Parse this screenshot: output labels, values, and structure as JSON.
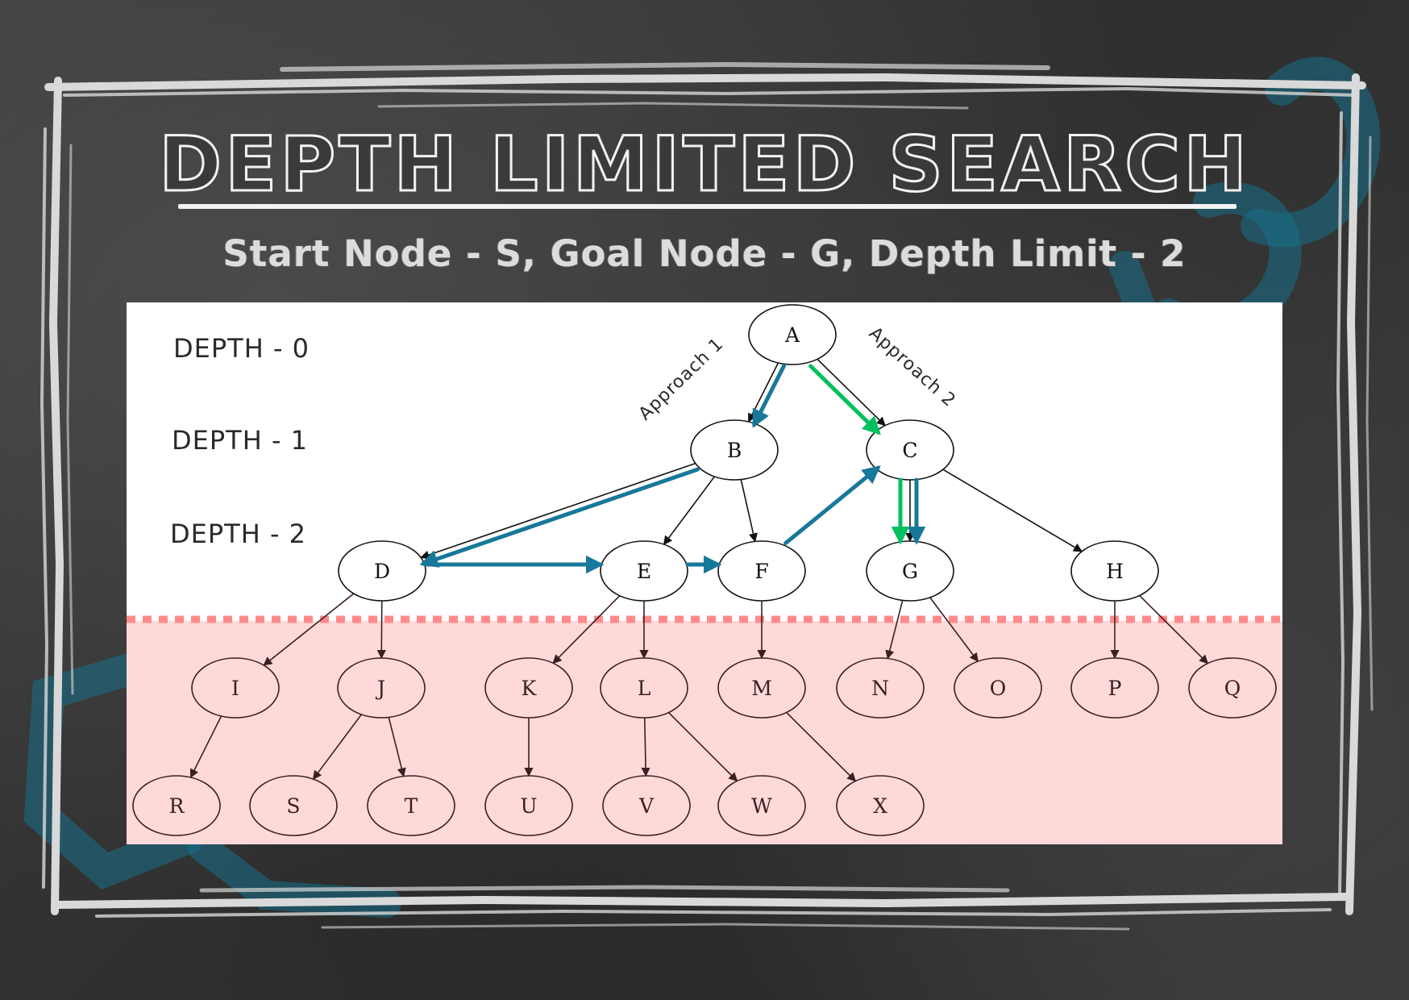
{
  "title": "DEPTH LIMITED SEARCH",
  "subtitle": "Start Node - S, Goal Node - G, Depth Limit - 2",
  "colors": {
    "board": "#3a3a3a",
    "chalk": "#d9d9d9",
    "panel_top": "#ffffff",
    "panel_bottom": "#ffd9d9",
    "cutoff_line": "#ff8a8a",
    "approach1_arrow": "#17789a",
    "approach2_arrow": "#00c060",
    "watermark": "#17708a"
  },
  "depth_labels": [
    "DEPTH - 0",
    "DEPTH - 1",
    "DEPTH - 2"
  ],
  "approach_labels": [
    "Approach 1",
    "Approach 2"
  ],
  "nodes": {
    "A": "A",
    "B": "B",
    "C": "C",
    "D": "D",
    "E": "E",
    "F": "F",
    "G": "G",
    "H": "H",
    "I": "I",
    "J": "J",
    "K": "K",
    "L": "L",
    "M": "M",
    "N": "N",
    "O": "O",
    "P": "P",
    "Q": "Q",
    "R": "R",
    "S": "S",
    "T": "T",
    "U": "U",
    "V": "V",
    "W": "W",
    "X": "X"
  },
  "edges": [
    [
      "A",
      "B"
    ],
    [
      "A",
      "C"
    ],
    [
      "B",
      "D"
    ],
    [
      "B",
      "E"
    ],
    [
      "B",
      "F"
    ],
    [
      "C",
      "G"
    ],
    [
      "C",
      "H"
    ],
    [
      "D",
      "I"
    ],
    [
      "D",
      "J"
    ],
    [
      "E",
      "K"
    ],
    [
      "E",
      "L"
    ],
    [
      "F",
      "M"
    ],
    [
      "G",
      "N"
    ],
    [
      "G",
      "O"
    ],
    [
      "H",
      "P"
    ],
    [
      "H",
      "Q"
    ],
    [
      "I",
      "R"
    ],
    [
      "J",
      "S"
    ],
    [
      "J",
      "T"
    ],
    [
      "K",
      "U"
    ],
    [
      "L",
      "V"
    ],
    [
      "L",
      "W"
    ],
    [
      "M",
      "X"
    ]
  ],
  "approach1_path": [
    "A",
    "B",
    "D",
    "E",
    "F",
    "C",
    "G"
  ],
  "approach2_path": [
    "A",
    "C",
    "G"
  ],
  "depth_limit": 2
}
